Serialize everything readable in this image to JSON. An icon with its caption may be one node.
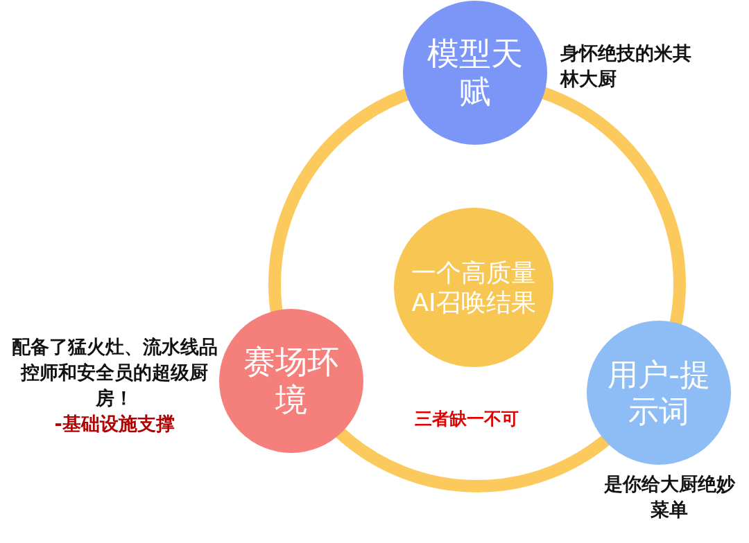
{
  "diagram": {
    "nodes": [
      {
        "text": [
          "模型天赋"
        ],
        "beside": [
          "身怀绝技的米其林大厨"
        ]
      },
      {
        "text": [
          "一个高质量AI召唤结果"
        ]
      },
      {
        "text": [
          "赛场环境"
        ],
        "beside": [
          "配备了猛火灶、流水线品控师和安全员的超级厨房！",
          "-基础设施支撑"
        ]
      },
      {
        "text": [
          "用户-提示词"
        ],
        "beside": [
          "是你给大厨绝妙菜单"
        ]
      }
    ],
    "edges": [],
    "labels": [
      "三者缺一不可"
    ]
  }
}
